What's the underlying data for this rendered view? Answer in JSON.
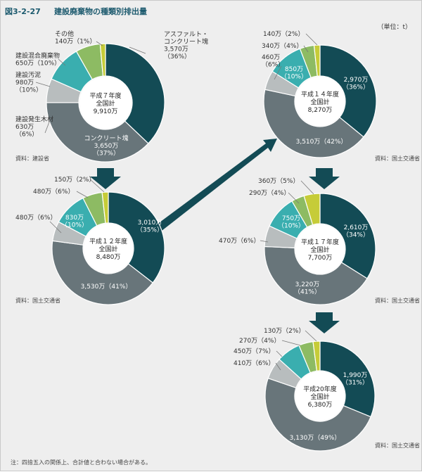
{
  "header": {
    "figure_id": "図3-2-27",
    "title": "建設廃棄物の種類別排出量"
  },
  "unit_label": "（単位：t）",
  "note": "注：四捨五入の関係上、合計値と合わない場合がある。",
  "palette": {
    "concrete_lump": "#134b55",
    "asphalt_concrete_lump": "#68757a",
    "sludge": "#b8bdbe",
    "mixed_waste": "#3aaeaf",
    "wood": "#8dbb63",
    "other": "#c6cc38",
    "legend_text": "#333333",
    "inner_text": "#ffffff"
  },
  "chart_data": [
    {
      "type": "pie",
      "variant": "donut",
      "center_label": [
        "平成７年度",
        "全国計",
        "9,910万"
      ],
      "source": "資料：建設省",
      "slices": [
        {
          "value": 3570,
          "percent": 36,
          "label": "アスファルト・\nコンクリート塊\n3,570万\n（36%）",
          "placement": "outside"
        },
        {
          "value": 3650,
          "percent": 37,
          "label": "コンクリート塊\n3,650万\n（37%）",
          "placement": "inside"
        },
        {
          "value": 630,
          "percent": 6,
          "label": "建設発生木材\n630万\n（6%）",
          "placement": "outside"
        },
        {
          "value": 980,
          "percent": 10,
          "label": "建設汚泥\n980万\n（10%）",
          "placement": "outside"
        },
        {
          "value": 650,
          "percent": 10,
          "label": "建設混合廃棄物\n650万（10%）",
          "placement": "outside"
        },
        {
          "value": 140,
          "percent": 1,
          "label": "その他\n140万（1%）",
          "placement": "outside"
        }
      ]
    },
    {
      "type": "pie",
      "variant": "donut",
      "center_label": [
        "平成１２年度",
        "全国計",
        "8,480万"
      ],
      "source": "資料：国土交通省",
      "slices": [
        {
          "value": 3010,
          "percent": 35,
          "label": "3,010万\n（35%）",
          "placement": "inside"
        },
        {
          "value": 3530,
          "percent": 41,
          "label": "3,530万（41%）",
          "placement": "inside"
        },
        {
          "value": 480,
          "percent": 6,
          "label": "480万（6%）",
          "placement": "outside"
        },
        {
          "value": 830,
          "percent": 10,
          "label": "830万\n（10%）",
          "placement": "inside"
        },
        {
          "value": 480,
          "percent": 6,
          "label": "480万（6%）",
          "placement": "outside"
        },
        {
          "value": 150,
          "percent": 2,
          "label": "150万（2%）",
          "placement": "outside"
        }
      ]
    },
    {
      "type": "pie",
      "variant": "donut",
      "center_label": [
        "平成１４年度",
        "全国計",
        "8,270万"
      ],
      "source": "資料：国土交通省",
      "slices": [
        {
          "value": 2970,
          "percent": 36,
          "label": "2,970万\n（36%）",
          "placement": "inside"
        },
        {
          "value": 3510,
          "percent": 42,
          "label": "3,510万（42%）",
          "placement": "inside"
        },
        {
          "value": 460,
          "percent": 6,
          "label": "460万\n（6%）",
          "placement": "outside"
        },
        {
          "value": 850,
          "percent": 10,
          "label": "850万\n（10%）",
          "placement": "inside"
        },
        {
          "value": 340,
          "percent": 4,
          "label": "340万（4%）",
          "placement": "outside"
        },
        {
          "value": 140,
          "percent": 2,
          "label": "140万（2%）",
          "placement": "outside"
        }
      ]
    },
    {
      "type": "pie",
      "variant": "donut",
      "center_label": [
        "平成１７年度",
        "全国計",
        "7,700万"
      ],
      "source": "資料：国土交通省",
      "slices": [
        {
          "value": 2610,
          "percent": 34,
          "label": "2,610万\n（34%）",
          "placement": "inside"
        },
        {
          "value": 3220,
          "percent": 41,
          "label": "3,220万\n（41%）",
          "placement": "inside"
        },
        {
          "value": 470,
          "percent": 6,
          "label": "470万（6%）",
          "placement": "outside"
        },
        {
          "value": 750,
          "percent": 10,
          "label": "750万\n（10%）",
          "placement": "inside"
        },
        {
          "value": 290,
          "percent": 4,
          "label": "290万（4%）",
          "placement": "outside"
        },
        {
          "value": 360,
          "percent": 5,
          "label": "360万（5%）",
          "placement": "outside"
        }
      ]
    },
    {
      "type": "pie",
      "variant": "donut",
      "center_label": [
        "平成20年度",
        "全国計",
        "6,380万"
      ],
      "source": "資料：国土交通省",
      "slices": [
        {
          "value": 1990,
          "percent": 31,
          "label": "1,990万\n（31%）",
          "placement": "inside"
        },
        {
          "value": 3130,
          "percent": 49,
          "label": "3,130万（49%）",
          "placement": "inside"
        },
        {
          "value": 410,
          "percent": 6,
          "label": "410万（6%）",
          "placement": "outside"
        },
        {
          "value": 450,
          "percent": 7,
          "label": "450万（7%）",
          "placement": "outside"
        },
        {
          "value": 270,
          "percent": 4,
          "label": "270万（4%）",
          "placement": "outside"
        },
        {
          "value": 130,
          "percent": 2,
          "label": "130万（2%）",
          "placement": "outside"
        }
      ]
    }
  ]
}
